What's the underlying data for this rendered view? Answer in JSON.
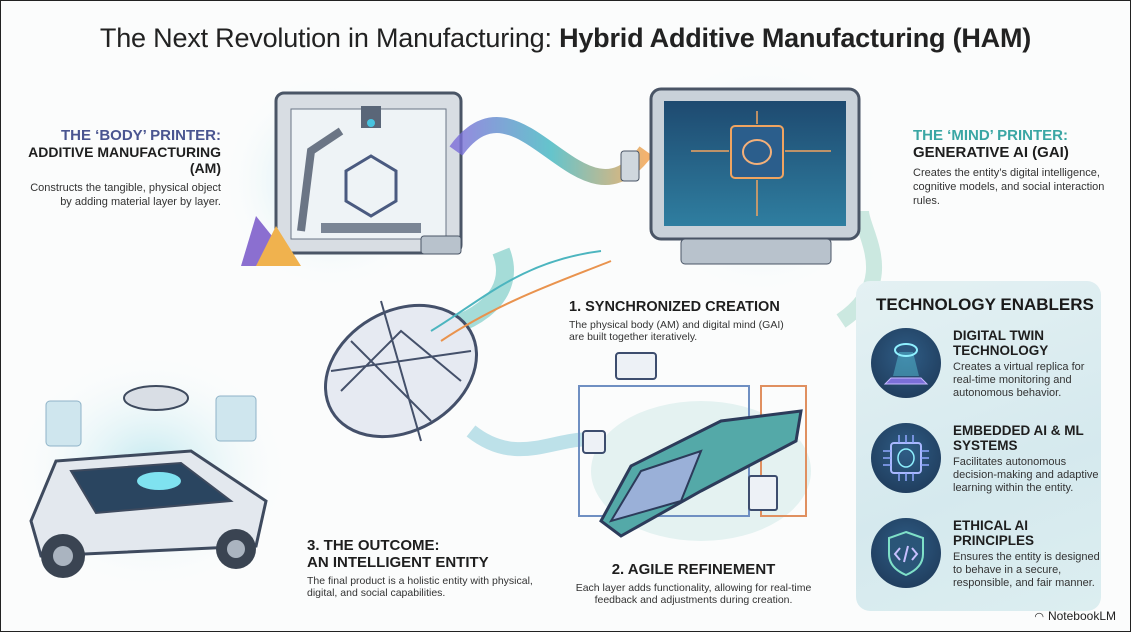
{
  "title": {
    "prefix": "The Next Revolution in Manufacturing: ",
    "bold": "Hybrid Additive Manufacturing (HAM)"
  },
  "body_printer": {
    "accent": "THE ‘BODY’ PRINTER:",
    "heading": "ADDITIVE MANUFACTURING (AM)",
    "desc": "Constructs the tangible, physical object by adding material layer by layer.",
    "color": "#4a5590"
  },
  "mind_printer": {
    "accent": "THE ‘MIND’ PRINTER:",
    "heading": "GENERATIVE AI (GAI)",
    "desc": "Creates the entity’s digital intelligence, cognitive models, and social interaction rules.",
    "color": "#3aa6a4"
  },
  "steps": [
    {
      "heading": "1. SYNCHRONIZED CREATION",
      "desc": "The physical body (AM) and digital mind (GAI) are built together iteratively."
    },
    {
      "heading": "2. AGILE REFINEMENT",
      "desc": "Each layer adds functionality, allowing for real-time feedback and adjustments during creation."
    },
    {
      "heading_line1": "3. THE OUTCOME:",
      "heading_line2": "AN INTELLIGENT ENTITY",
      "desc": "The final product is a holistic entity with physical, digital, and social capabilities."
    }
  ],
  "enablers": {
    "title": "TECHNOLOGY ENABLERS",
    "items": [
      {
        "title": "DIGITAL TWIN TECHNOLOGY",
        "desc": "Creates a virtual replica for real-time monitoring and autonomous behavior.",
        "icon": "hologram-icon"
      },
      {
        "title": "EMBEDDED AI & ML SYSTEMS",
        "desc": "Facilitates autonomous decision-making and adaptive learning within the entity.",
        "icon": "chip-brain-icon"
      },
      {
        "title": "ETHICAL AI PRINCIPLES",
        "desc": "Ensures the entity is designed to behave in a secure, responsible, and fair manner.",
        "icon": "shield-code-icon"
      }
    ]
  },
  "watermark": "NotebookLM"
}
